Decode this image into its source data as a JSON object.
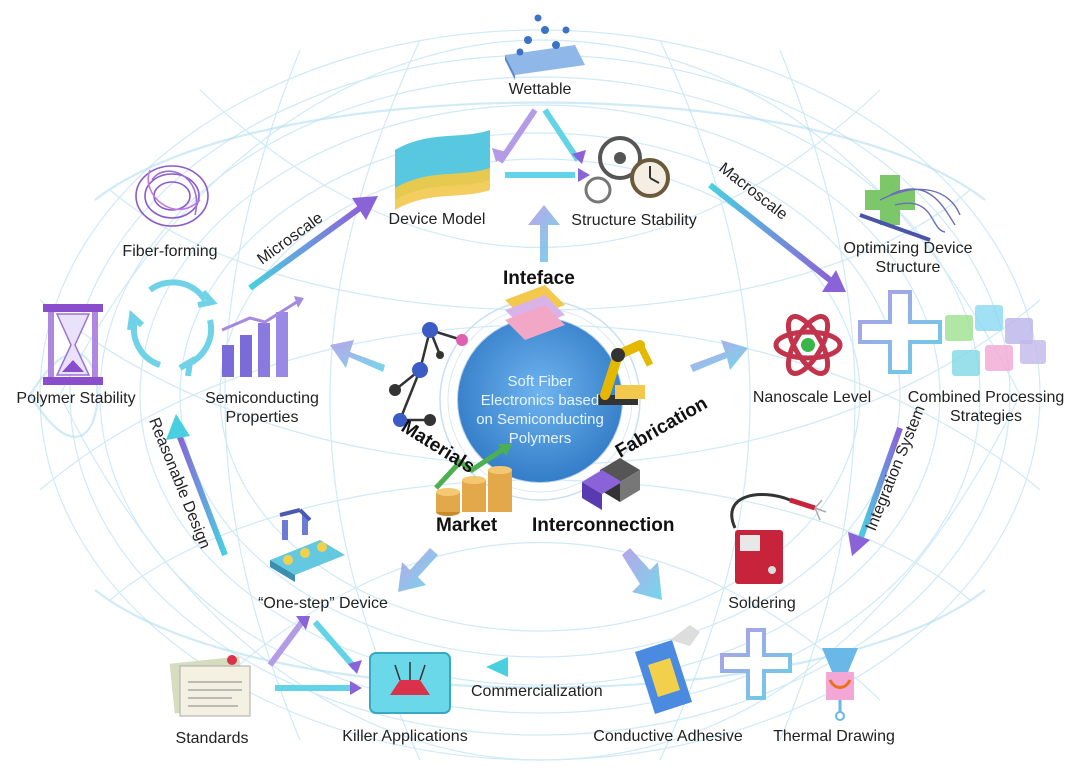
{
  "center": {
    "title_lines": [
      "Soft Fiber",
      "Electronics based",
      "on Semiconducting",
      "Polymers"
    ]
  },
  "categories": {
    "inteface": "Inteface",
    "materials": "Materials",
    "fabrication": "Fabrication",
    "market": "Market",
    "interconnection": "Interconnection"
  },
  "nodes": {
    "wettable": "Wettable",
    "device_model": "Device Model",
    "structure_stability": "Structure Stability",
    "fiber_forming": "Fiber-forming",
    "optimizing_device_structure": "Optimizing Device Structure",
    "polymer_stability": "Polymer Stability",
    "semiconducting_properties": "Semiconducting Properties",
    "nanoscale_level": "Nanoscale Level",
    "combined_processing_strategies": "Combined Processing Strategies",
    "one_step_device": "“One-step” Device",
    "soldering": "Soldering",
    "standards": "Standards",
    "killer_applications": "Killer Applications",
    "conductive_adhesive": "Conductive Adhesive",
    "thermal_drawing": "Thermal Drawing"
  },
  "edges": {
    "microscale": "Microscale",
    "macroscale": "Macroscale",
    "reasonable_design": "Reasonable Design",
    "integration_system": "Integration System",
    "commercialization": "Commercialization"
  },
  "colors": {
    "center_fill": "#3f8fd8",
    "net_line": "#9fd4ee",
    "arrow_purple": "#8a63d8",
    "arrow_cyan": "#49d0e0"
  },
  "icons": [
    "water-drops-icon",
    "layered-sheets-icon",
    "gears-clock-icon",
    "spiral-fiber-icon",
    "fiber-tangle-icon",
    "hourglass-icon",
    "recycle-arrows-icon",
    "bar-growth-icon",
    "atom-icon",
    "plus-cross-icon",
    "cube-chain-icon",
    "molecule-icon",
    "robot-arm-icon",
    "coins-chart-icon",
    "cube-stack-icon",
    "conveyor-robot-icon",
    "soldering-machine-icon",
    "documents-icon",
    "tablet-app-icon",
    "glue-bottle-icon",
    "fiber-tower-icon"
  ]
}
